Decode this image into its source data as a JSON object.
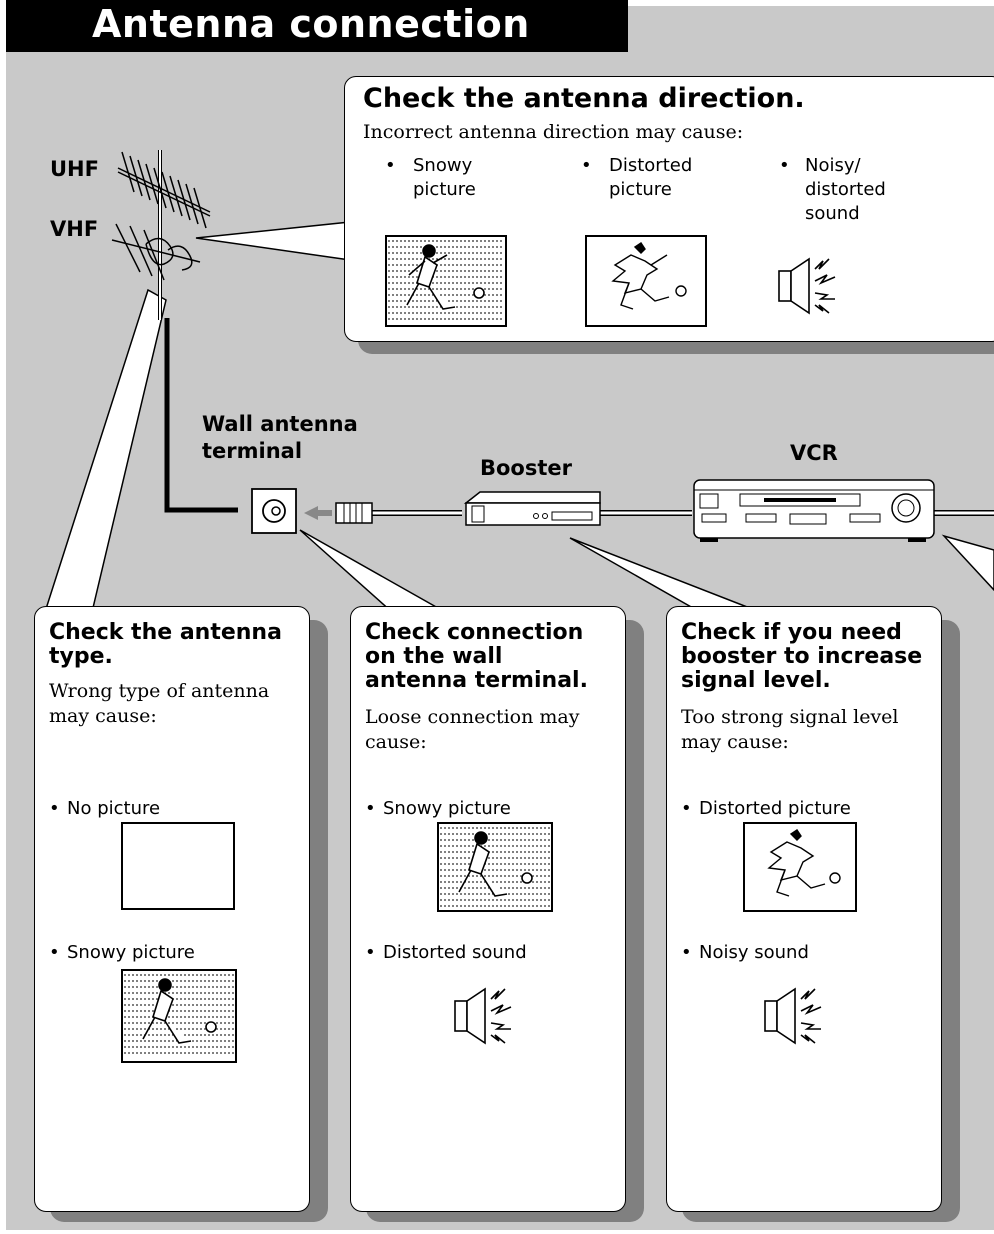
{
  "page": {
    "title": "Antenna connection"
  },
  "antenna": {
    "uhf_label": "UHF",
    "vhf_label": "VHF"
  },
  "labels": {
    "wall_terminal_line1": "Wall antenna",
    "wall_terminal_line2": "terminal",
    "booster": "Booster",
    "vcr": "VCR"
  },
  "top_callout": {
    "heading": "Check the antenna direction.",
    "intro": "Incorrect antenna direction may cause:",
    "items": [
      {
        "lines": [
          "Snowy",
          "picture"
        ],
        "icon": "snowy-picture-icon"
      },
      {
        "lines": [
          "Distorted",
          "picture"
        ],
        "icon": "distorted-picture-icon"
      },
      {
        "lines": [
          "Noisy/",
          "distorted",
          "sound"
        ],
        "icon": "noisy-speaker-icon"
      }
    ]
  },
  "panels": [
    {
      "heading": [
        "Check the antenna",
        "type."
      ],
      "intro": [
        "Wrong type of antenna",
        "may cause:"
      ],
      "items": [
        {
          "label": "No picture",
          "icon": "blank-screen-icon"
        },
        {
          "label": "Snowy picture",
          "icon": "snowy-picture-icon"
        }
      ]
    },
    {
      "heading": [
        "Check connection",
        "on the wall",
        "antenna terminal."
      ],
      "intro": [
        "Loose connection may",
        "cause:"
      ],
      "items": [
        {
          "label": "Snowy picture",
          "icon": "snowy-picture-icon"
        },
        {
          "label": "Distorted sound",
          "icon": "noisy-speaker-icon"
        }
      ]
    },
    {
      "heading": [
        "Check if you need",
        "booster to increase",
        "signal level."
      ],
      "intro": [
        "Too strong signal level",
        "may cause:"
      ],
      "items": [
        {
          "label": "Distorted picture",
          "icon": "distorted-picture-icon"
        },
        {
          "label": "Noisy sound",
          "icon": "noisy-speaker-icon"
        }
      ]
    }
  ],
  "bullet": "•"
}
